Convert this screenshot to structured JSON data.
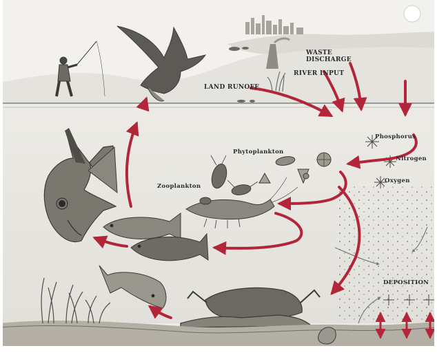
{
  "labels": {
    "waste_discharge_line1": "WASTE",
    "waste_discharge_line2": "DISCHARGE",
    "river_input": "RIVER INPUT",
    "land_runoff": "LAND RUNOFF",
    "phytoplankton": "Phytoplankton",
    "zooplankton": "Zooplankton",
    "phosphorus": "Phosphorus",
    "nitrogen": "Nitrogen",
    "oxygen": "Oxygen",
    "deposition": "DEPOSITION"
  },
  "colors": {
    "arrow": "#b3263a",
    "water": "#e6e6e1",
    "sky": "#f0efeb",
    "seabed": "#a9a59b",
    "ink": "#3a3a3a"
  },
  "icons": [
    "fisherman",
    "osprey",
    "city-skyline",
    "moon",
    "large-fish",
    "small-fish",
    "crab",
    "shrimp",
    "zooplankton",
    "phytoplankton",
    "nutrient-star",
    "seagrass",
    "shellfish"
  ]
}
